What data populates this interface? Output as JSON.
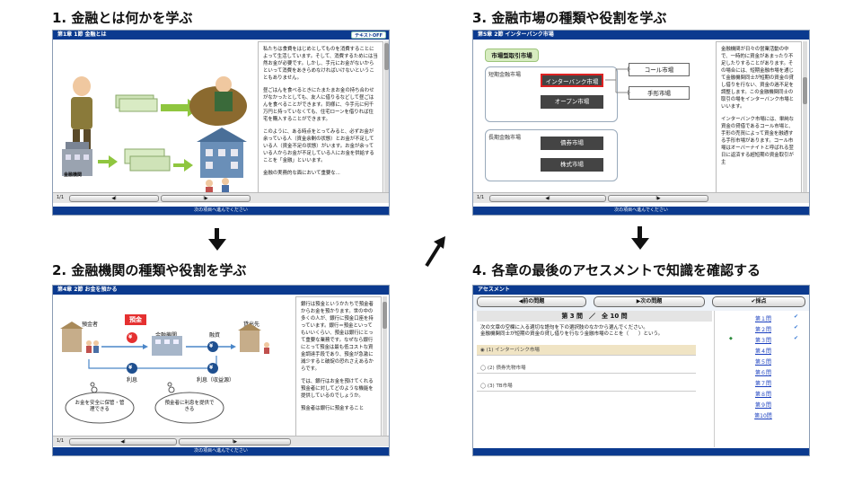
{
  "captions": {
    "step1": "1. 金融とは何かを学ぶ",
    "step2": "2. 金融機関の種類や役割を学ぶ",
    "step3": "3. 金融市場の種類や役割を学ぶ",
    "step4": "4. 各章の最後のアセスメントで知識を確認する"
  },
  "s1": {
    "header": "第1章 1節 金融とは",
    "toggle": "テキストOFF",
    "text": [
      "私たちは食費をはじめとしてものを消費することによって生活しています。そして、消費するためには当然お金が必要です。しかし、手元にお金がないからといって消費をあきらめなければいけないということもありません。",
      "昼ごはんを食べるときにたまたまお金の持ち合わせがなかったとしても、友人に借りるなどして昼ごはんを食べることができます。同様に、今手元に何千万円と持っていなくても、住宅ローンを借りれば住宅を購入することができます。",
      "このように、ある時点をとってみると、必ずお金が余っている人（資金余剰の状態）とお金が不足している人（資金不足の状態）がいます。お金が余っている人からお金が不足している人にお金を供給することを「金融」といいます。",
      "金融の実務的な面において重要な..."
    ],
    "label": "金融機関",
    "page": "1/1",
    "prev": "◀I",
    "next": "I▶",
    "footer": "次の項目へ進んでください"
  },
  "s2": {
    "header": "第4章 2節 お金を預かる",
    "depositor": "預金者",
    "deposit": "預金",
    "fi": "金融機関",
    "loan": "融資",
    "lendee": "貸出先",
    "yen": "¥",
    "interest": "利息",
    "interest2": "利息（収益源）",
    "bubble1": "お金を安全に保管・管理できる",
    "bubble2": "預金者に利息を提供できる",
    "text": [
      "銀行は預金というかたちで預金者からお金を預かります。世の中の多くの人が、銀行に預金口座を持っています。銀行＝預金といってもいいくらい、預金は銀行にとって重要な業務です。なぜなら銀行にとって預金は最も低コストな資金調達手段であり、預金が急激に減少すると破綻の恐れさえあるからです。",
      "では、銀行はお金を預けてくれる預金者に対してどのような機能を提供しているのでしょうか。",
      "預金者は銀行に預金すること"
    ],
    "page": "1/1",
    "prev": "◀I",
    "next": "I▶",
    "footer": "次の項目へ進んでください"
  },
  "s3": {
    "header": "第5章 2節 インターバンク市場",
    "market": "市場型取引市場",
    "short": "短期金融市場",
    "interbank": "インターバンク市場",
    "open": "オープン市場",
    "call": "コール市場",
    "bill": "手形市場",
    "long": "長期金融市場",
    "bond": "債券市場",
    "stock": "株式市場",
    "text": [
      "金融機関が日々の営業活動の中で、一時的に資金があまったり不足したりすることがあります。その場合には、短期金融市場を通じて金融機関同士が短期の資金の貸し借りを行ない、資金の過不足を調整します。この金融機関同士の取引の場をインターバンク市場といいます。",
      "インターバンク市場には、単純な資金の貸借であるコール市場と、手形の売買によって資金を融通する手形市場があります。コール市場はオーバーナイトと呼ばれる翌日に返済する超短期の資金取引が主"
    ],
    "page": "1/1",
    "prev": "◀I",
    "next": "I▶",
    "footer": "次の項目へ進んでください"
  },
  "s4": {
    "header": "アセスメント",
    "prev_btn": "◀前の問題",
    "next_btn": "▶次の問題",
    "grade_btn": "✔採点",
    "qnum": "第 3 問　／　全 10 問",
    "question": "次の文章の空欄に入る適切な語句を下の選択肢のなかから選んでください。\n金融機関同士が短期の資金の貸し借りを行なう金融市場のことを（　　）という。",
    "options": [
      "(1) インターバンク市場",
      "(2) 債券先物市場",
      "(3) TB市場"
    ],
    "questions": [
      "第１問",
      "第２問",
      "第３問",
      "第４問",
      "第５問",
      "第６問",
      "第７問",
      "第８問",
      "第９問",
      "第10問"
    ],
    "check": "✔",
    "current": "◆"
  }
}
